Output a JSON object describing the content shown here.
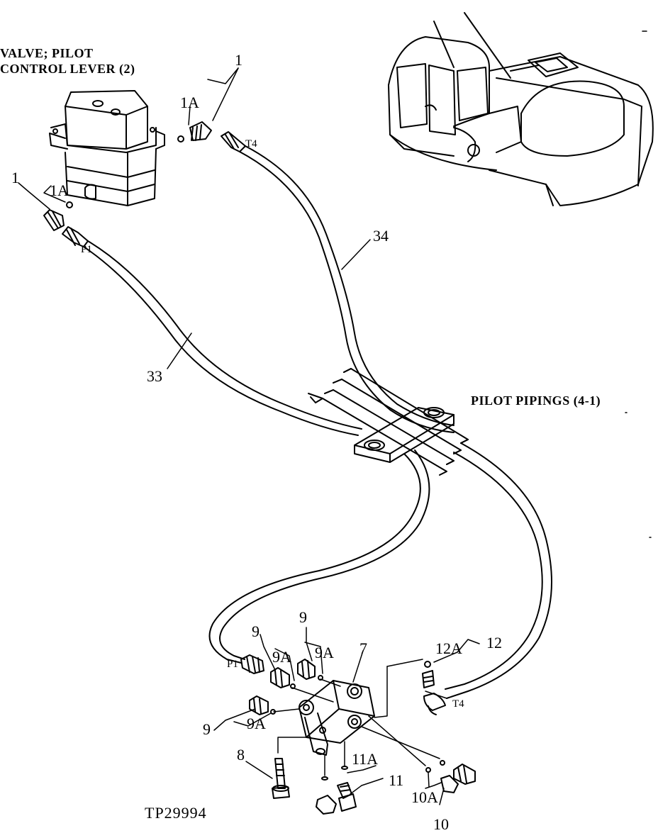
{
  "titles": {
    "valve_line1": "VALVE; PILOT",
    "valve_line2": "CONTROL LEVER (2)",
    "pilot_pipings": "PILOT PIPINGS (4-1)",
    "figure_code": "TP29994"
  },
  "ports": {
    "t4_top": "T4",
    "p1_top": "P1",
    "p1_bottom": "P1",
    "t4_bottom": "T4"
  },
  "callouts": {
    "c1_top": "1",
    "c1a_top": "1A",
    "c1_left": "1",
    "c1a_left": "1A",
    "c34": "34",
    "c33": "33",
    "c9_a": "9",
    "c9a_a": "9A",
    "c9_b": "9",
    "c9a_b": "9A",
    "c7": "7",
    "c12a": "12A",
    "c12": "12",
    "c9_c": "9",
    "c9a_c": "9A",
    "c8": "8",
    "c11a": "11A",
    "c11": "11",
    "c10a": "10A",
    "c10": "10"
  }
}
